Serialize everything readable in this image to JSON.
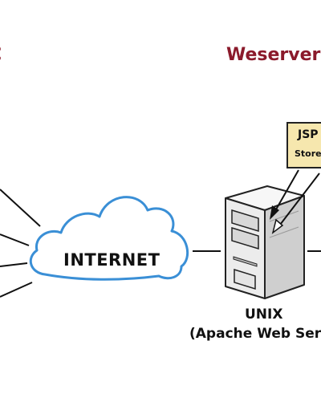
{
  "headings": {
    "left": "C",
    "right": "Weserver"
  },
  "cloud": {
    "label": "INTERNET"
  },
  "server": {
    "name": "UNIX",
    "description": "(Apache Web Serve"
  },
  "note": {
    "title": "JSP",
    "subtitle": "Store"
  },
  "colors": {
    "heading": "#8b1a2b",
    "cloud_stroke": "#3a8fd6",
    "note_fill": "#f6e7ae",
    "server_body": "#e9e9e9"
  }
}
